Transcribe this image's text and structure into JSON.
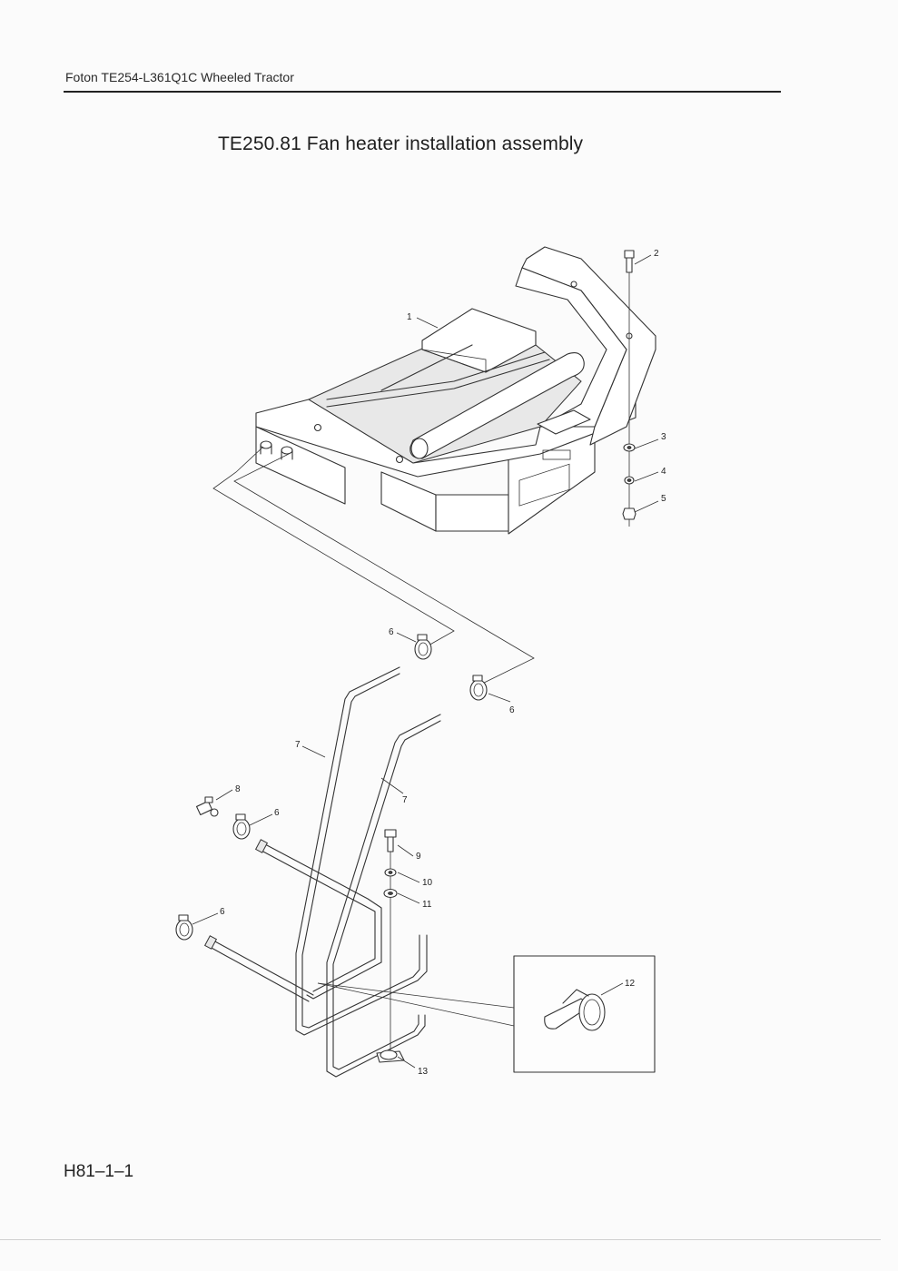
{
  "header": {
    "text": "Foton TE254-L361Q1C Wheeled Tractor"
  },
  "title": "TE250.81  Fan heater installation assembly",
  "footer": {
    "page_code": "H81–1–1"
  },
  "callouts": [
    "1",
    "2",
    "3",
    "4",
    "5",
    "6",
    "6",
    "6",
    "6",
    "7",
    "7",
    "8",
    "9",
    "10",
    "11",
    "12",
    "13"
  ]
}
